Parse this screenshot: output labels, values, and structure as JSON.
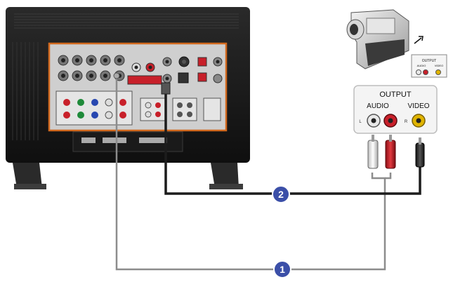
{
  "diagram": {
    "steps": [
      {
        "number": "1"
      },
      {
        "number": "2"
      }
    ],
    "output_panel": {
      "title": "OUTPUT",
      "audio_label": "AUDIO",
      "video_label": "VIDEO",
      "audio_left_mark": "L",
      "audio_right_mark": "R"
    },
    "camcorder_inset": {
      "title": "OUTPUT",
      "audio_label": "AUDIO",
      "video_label": "VIDEO"
    },
    "colors": {
      "step_badge": "#3b4fa8",
      "panel_frame": "#d2691e",
      "cable_audio": "#8c8c8c",
      "cable_video": "#1c1c1c",
      "jack_red": "#c8202a",
      "jack_white": "#e8e8e8",
      "jack_yellow": "#e0b400"
    }
  }
}
